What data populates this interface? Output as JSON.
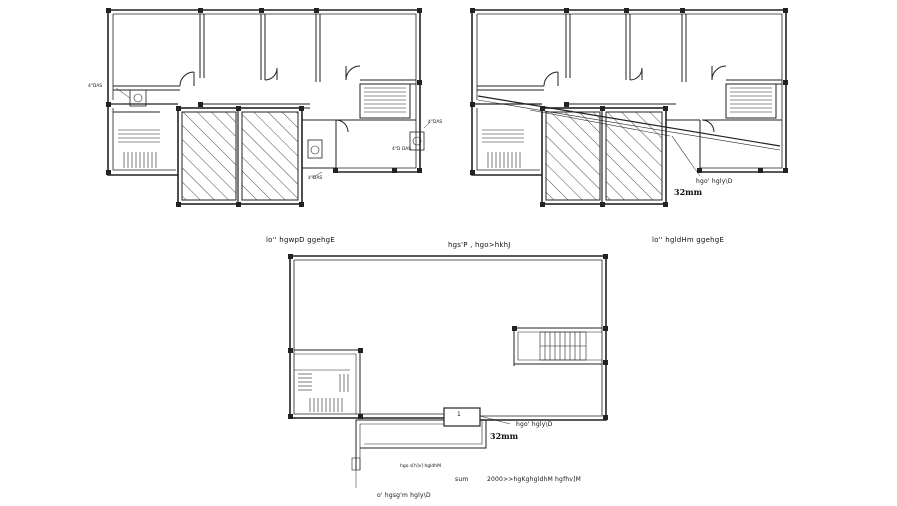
{
  "drawing": {
    "plan_left_title": "lo'' hgwpD ggehgE",
    "plan_right_title": "lo'' hgldHm ggehgE",
    "plan_bottom_title": "hgs'P , hgo>hkhJ",
    "right_pipe_label": "hgo' hgly\\D",
    "right_pipe_size": "32mm",
    "bottom_pipe_label": "hgo' hgly\\D",
    "bottom_pipe_size": "32mm",
    "tank_number": "1",
    "tank_note": "sum",
    "tank_capacity": "2000>>hgKghgldhM hgfhv]M",
    "small_note": "hgo s[h]v] hgldhM",
    "bottom_supply_label": "o' hgsg'm hgly\\D",
    "left_pipe_tag_1": "4\"DAS",
    "left_pipe_tag_2": "4\"DAS",
    "left_pipe_tag_3": "4\"DAS",
    "left_pipe_tag_4": "4\"D DAS"
  }
}
